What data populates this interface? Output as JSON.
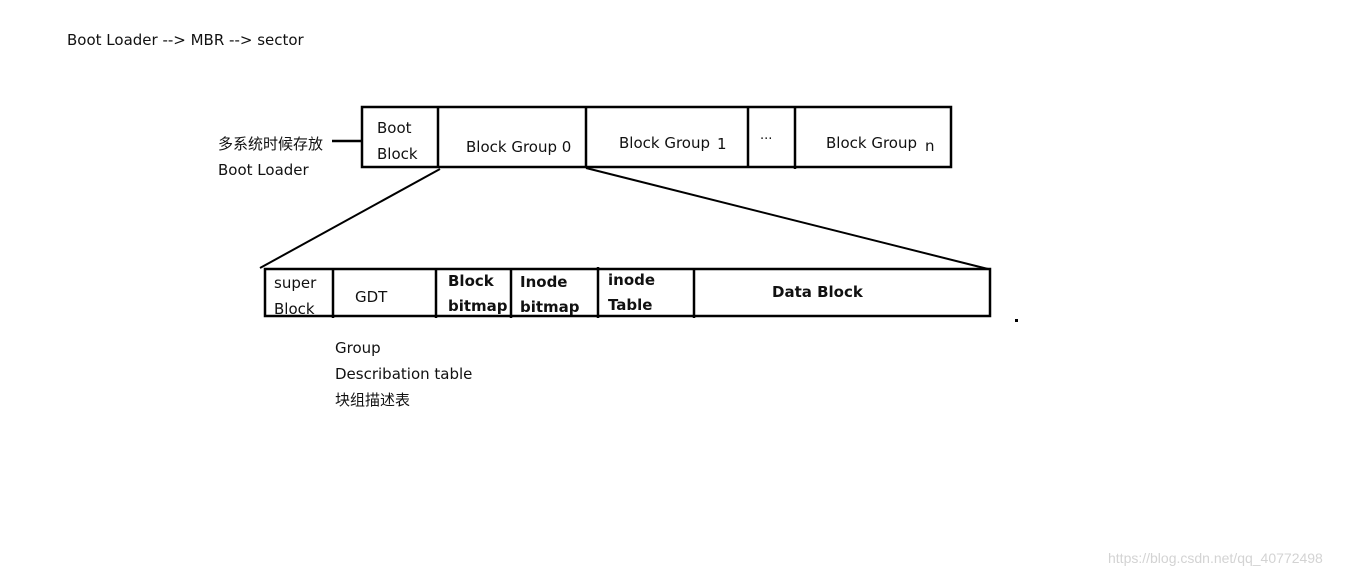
{
  "header": {
    "title": "Boot Loader --> MBR --> sector"
  },
  "side_note": {
    "line1": "多系统时候存放",
    "line2": "Boot Loader"
  },
  "top_row": {
    "boot_block": {
      "line1": "Boot",
      "line2": "Block"
    },
    "groups": [
      {
        "label": "Block Group 0"
      },
      {
        "label": "Block Group",
        "index": "1"
      },
      {
        "label": "···"
      },
      {
        "label": "Block Group",
        "index": "n"
      }
    ]
  },
  "detail_row": {
    "cells": [
      {
        "line1": "super",
        "line2": "Block"
      },
      {
        "line1": "GDT"
      },
      {
        "line1": "Block",
        "line2": "bitmap"
      },
      {
        "line1": "Inode",
        "line2": "bitmap"
      },
      {
        "line1": "inode",
        "line2": "Table"
      },
      {
        "line1": "Data Block"
      }
    ]
  },
  "gdt_note": {
    "line1": "Group",
    "line2": "Describation table",
    "line3": "块组描述表"
  },
  "watermark": "https://blog.csdn.net/qq_40772498",
  "colors": {
    "stroke": "#000000",
    "text": "#111111",
    "watermark": "#d3d3d3"
  }
}
